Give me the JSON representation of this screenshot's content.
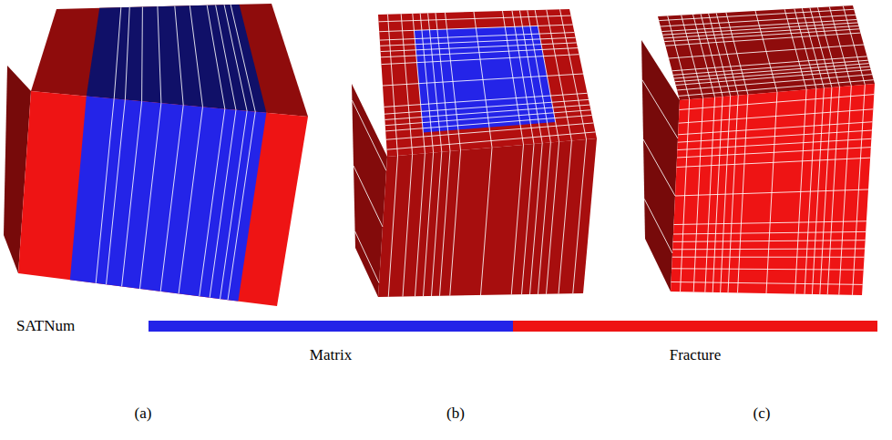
{
  "diagram": {
    "labels": [
      "SATNum",
      "(a)",
      "(b)",
      "(c)"
    ],
    "legend": [
      {
        "text": "Matrix",
        "color": "#2424e8"
      },
      {
        "text": "Fracture",
        "color": "#ee1414"
      }
    ]
  }
}
